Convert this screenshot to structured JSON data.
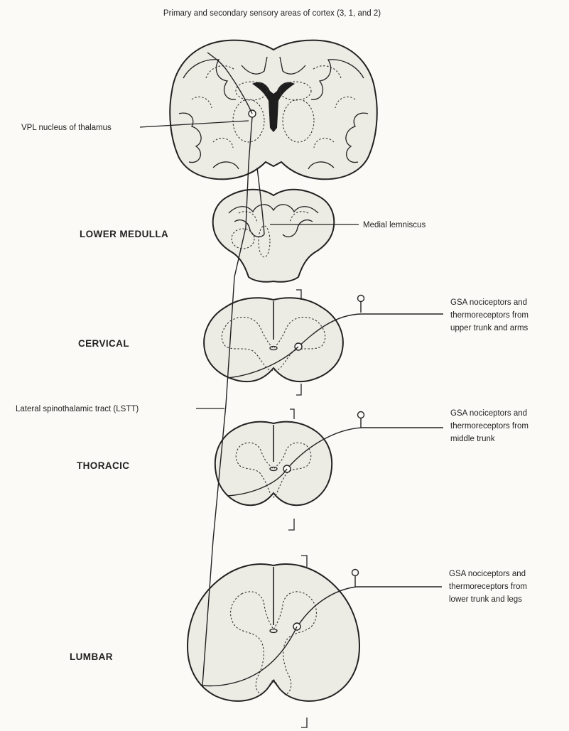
{
  "labels": {
    "cortex": "Primary and secondary sensory areas of cortex (3, 1, and 2)",
    "vpl": "VPL nucleus of thalamus",
    "lower_medulla": "LOWER MEDULLA",
    "medial_lemniscus": "Medial lemniscus",
    "cervical": "CERVICAL",
    "lstt": "Lateral spinothalamic tract (LSTT)",
    "thoracic": "THORACIC",
    "lumbar": "LUMBAR",
    "gsa_cervical": [
      "GSA nociceptors and",
      "thermoreceptors from",
      "upper trunk and arms"
    ],
    "gsa_thoracic": [
      "GSA nociceptors and",
      "thermoreceptors from",
      "middle trunk"
    ],
    "gsa_lumbar": [
      "GSA nociceptors and",
      "thermoreceptors from",
      "lower trunk and legs"
    ]
  }
}
